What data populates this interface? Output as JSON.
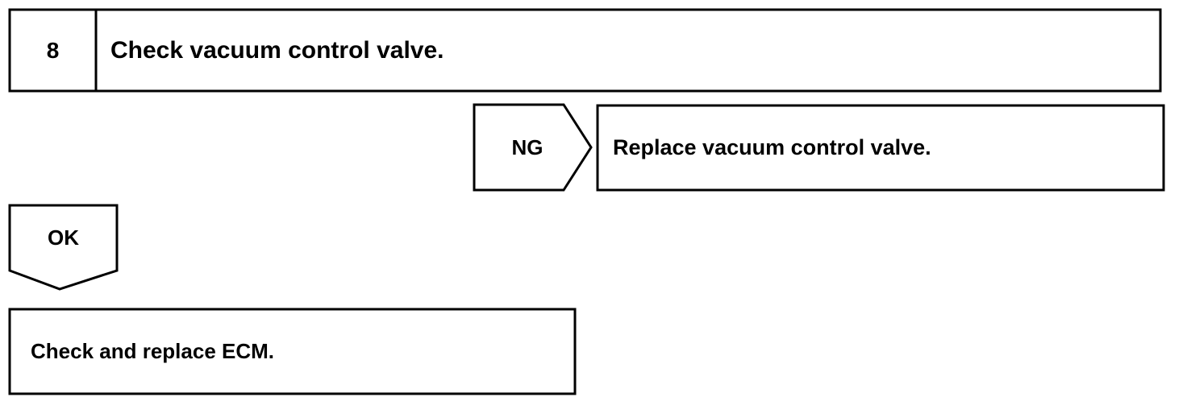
{
  "step": {
    "number": "8",
    "title": "Check vacuum control valve."
  },
  "ng_branch": {
    "label": "NG",
    "action": "Replace vacuum control valve."
  },
  "ok_branch": {
    "label": "OK",
    "action": "Check and replace ECM."
  }
}
